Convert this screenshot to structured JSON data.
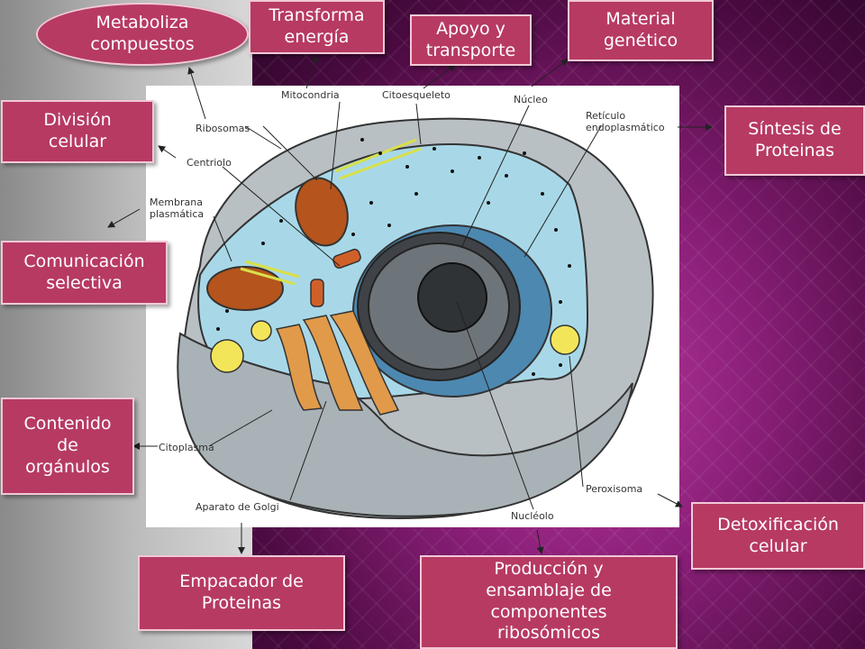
{
  "function_boxes": {
    "metaboliza": "Metaboliza\ncompuestos",
    "transforma": "Transforma\nenergía",
    "apoyo": "Apoyo y\ntransporte",
    "material": "Material\ngenético",
    "division": "División\ncelular",
    "sintesis": "Síntesis de\nProteinas",
    "comunicacion": "Comunicación\nselectiva",
    "contenido": "Contenido\nde\norgánulos",
    "detoxificacion": "Detoxificación\ncelular",
    "empacador": "Empacador de\nProteinas",
    "produccion": "Producción y\nensamblaje de\ncomponentes\nribosómicos"
  },
  "cell_labels": {
    "mitocondria": "Mitocondria",
    "citoesqueleto": "Citoesqueleto",
    "nucleo": "Núcleo",
    "reticulo": "Retículo\nendoplasmático",
    "ribosomas": "Ribosomas",
    "centriolo": "Centriolo",
    "membrana": "Membrana\nplasmática",
    "citoplasma": "Citoplasma",
    "aparato_golgi": "Aparato de Golgi",
    "nucleolo": "Nucléolo",
    "peroxisoma": "Peroxisoma"
  },
  "colors": {
    "box_fill": "#b73a63",
    "box_border": "#f1c9d6",
    "cytoplasm": "#a8d8e8",
    "membrane": "#9aa3a8",
    "mitochondria": "#b5541c",
    "golgi": "#e09a4a",
    "nucleus": "#555b60",
    "er": "#4d88b0",
    "vacuole": "#f3e55a"
  }
}
